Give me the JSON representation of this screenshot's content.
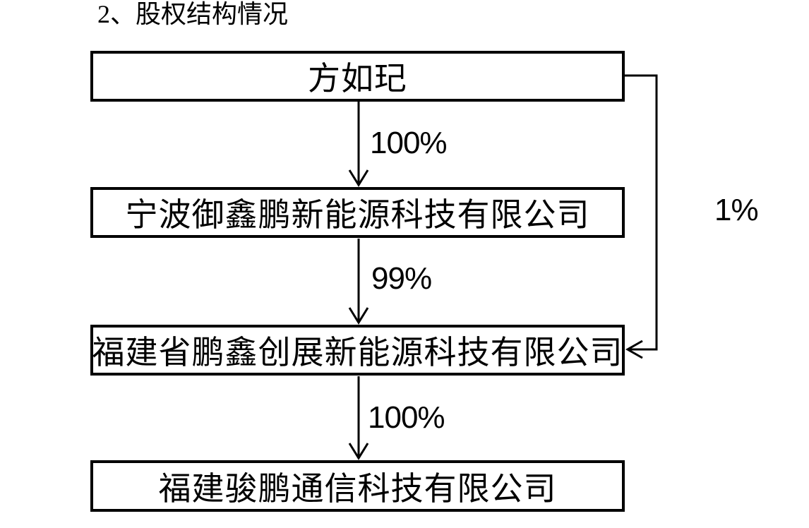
{
  "page": {
    "title": "2、股权结构情况",
    "background_color": "#ffffff",
    "line_color": "#000000",
    "text_color": "#000000"
  },
  "diagram": {
    "type": "equity-structure-flowchart",
    "heading": "股权结构情况",
    "nodes": [
      {
        "id": "n1",
        "label": "方如玘"
      },
      {
        "id": "n2",
        "label": "宁波御鑫鹏新能源科技有限公司"
      },
      {
        "id": "n3",
        "label": "福建省鹏鑫创展新能源科技有限公司"
      },
      {
        "id": "n4",
        "label": "福建骏鹏通信科技有限公司"
      }
    ],
    "edges": [
      {
        "from": "方如玘",
        "to": "宁波御鑫鹏新能源科技有限公司",
        "label": "100%",
        "route": "straight-down"
      },
      {
        "from": "宁波御鑫鹏新能源科技有限公司",
        "to": "福建省鹏鑫创展新能源科技有限公司",
        "label": "99%",
        "route": "straight-down"
      },
      {
        "from": "福建省鹏鑫创展新能源科技有限公司",
        "to": "福建骏鹏通信科技有限公司",
        "label": "100%",
        "route": "straight-down"
      },
      {
        "from": "方如玘",
        "to": "福建省鹏鑫创展新能源科技有限公司",
        "label": "1%",
        "route": "right-side-bypass"
      }
    ]
  }
}
